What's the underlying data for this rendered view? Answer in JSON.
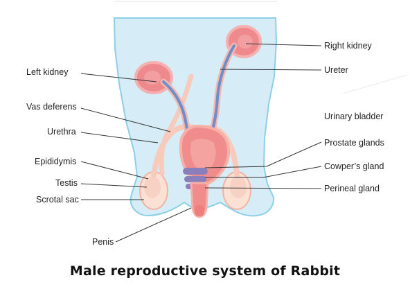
{
  "title": "Male reproductive system of Rabbit",
  "labels": {
    "right_kidney": "Right kidney",
    "ureter": "Ureter",
    "left_kidney": "Left kidney",
    "urinary_bladder": "Urinary bladder",
    "vas_deferens": "Vas deferens",
    "urethra": "Urethra",
    "prostate_glands": "Prostate glands",
    "epididymis": "Epididymis",
    "cowpers_gland": "Cowper’s gland",
    "testis": "Testis",
    "perineal_gland": "Perineal gland",
    "scrotal_sac": "Scrotal sac",
    "penis": "Penis"
  },
  "colors": {
    "body_fill": "#d6ecf7",
    "body_outline": "#8ccfe6",
    "organ_pink": "#f08c8c",
    "organ_light": "#f9c4b8",
    "ureter_blue": "#6b8fc9",
    "kidney": "#ee8a8e"
  }
}
